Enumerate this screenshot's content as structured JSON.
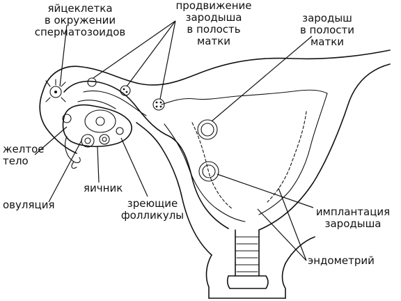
{
  "labels": {
    "egg_in_sperm": [
      "яйцеклетка",
      "в окружении",
      "сперматозоидов"
    ],
    "embryo_movement": [
      "продвижение",
      "зародыша",
      "в полость",
      "матки"
    ],
    "embryo_in_cavity": [
      "зародыш",
      "в полости",
      "матки"
    ],
    "corpus_luteum": [
      "желтое",
      "тело"
    ],
    "ovary": [
      "яичник"
    ],
    "ovulation": [
      "овуляция"
    ],
    "maturing_follicles": [
      "зреющие",
      "фолликулы"
    ],
    "implantation": [
      "имплантация",
      "зародыша"
    ],
    "endometrium": [
      "эндометрий"
    ]
  }
}
